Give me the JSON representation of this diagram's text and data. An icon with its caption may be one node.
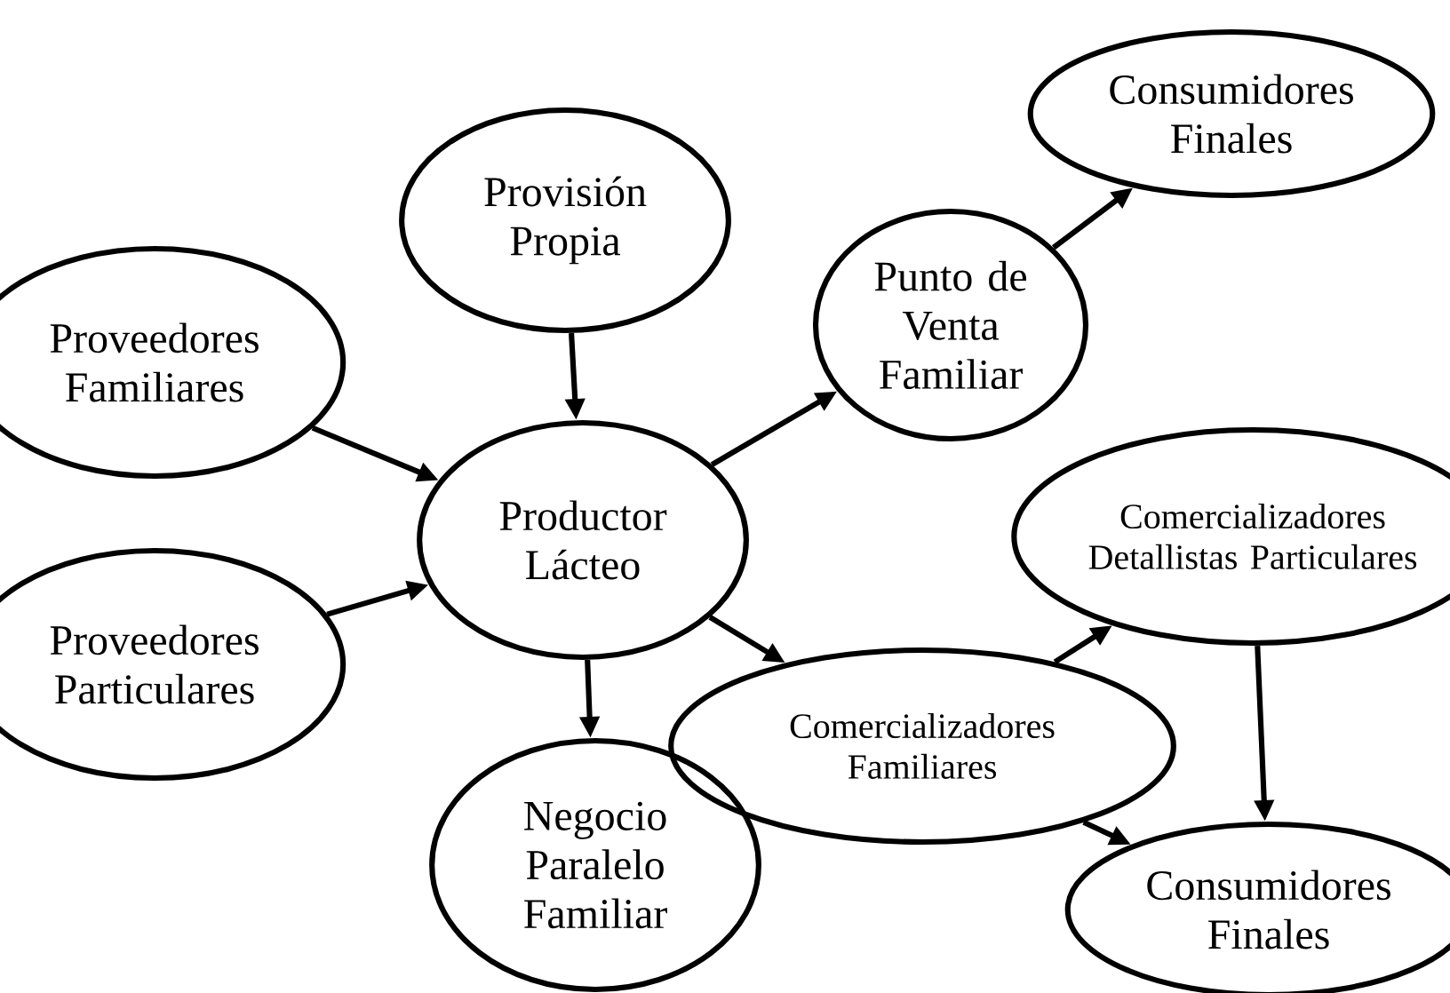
{
  "diagram": {
    "nodes": [
      {
        "text": [
          "Consumidores Finales"
        ]
      },
      {
        "text": [
          "Provisión Propia"
        ]
      },
      {
        "text": [
          "Punto de Venta Familiar"
        ]
      },
      {
        "text": [
          "Proveedores Familiares"
        ]
      },
      {
        "text": [
          "Productor Lácteo"
        ]
      },
      {
        "text": [
          "Comercializadores Detallistas Particulares"
        ]
      },
      {
        "text": [
          "Proveedores Particulares"
        ]
      },
      {
        "text": [
          "Comercializadores Familiares"
        ]
      },
      {
        "text": [
          "Negocio Paralelo Familiar"
        ]
      },
      {
        "text": [
          "Consumidores Finales"
        ]
      }
    ],
    "edges": [
      {
        "from": 1,
        "to": 4,
        "arrow": "to"
      },
      {
        "from": 3,
        "to": 4,
        "arrow": "to"
      },
      {
        "from": 6,
        "to": 4,
        "arrow": "to"
      },
      {
        "from": 4,
        "to": 2,
        "arrow": "to"
      },
      {
        "from": 2,
        "to": 0,
        "arrow": "to"
      },
      {
        "from": 4,
        "to": 7,
        "arrow": "to"
      },
      {
        "from": 4,
        "to": 8,
        "arrow": "to"
      },
      {
        "from": 7,
        "to": 5,
        "arrow": "to"
      },
      {
        "from": 5,
        "to": 9,
        "arrow": "to"
      },
      {
        "from": 7,
        "to": 9,
        "arrow": "to"
      }
    ]
  }
}
